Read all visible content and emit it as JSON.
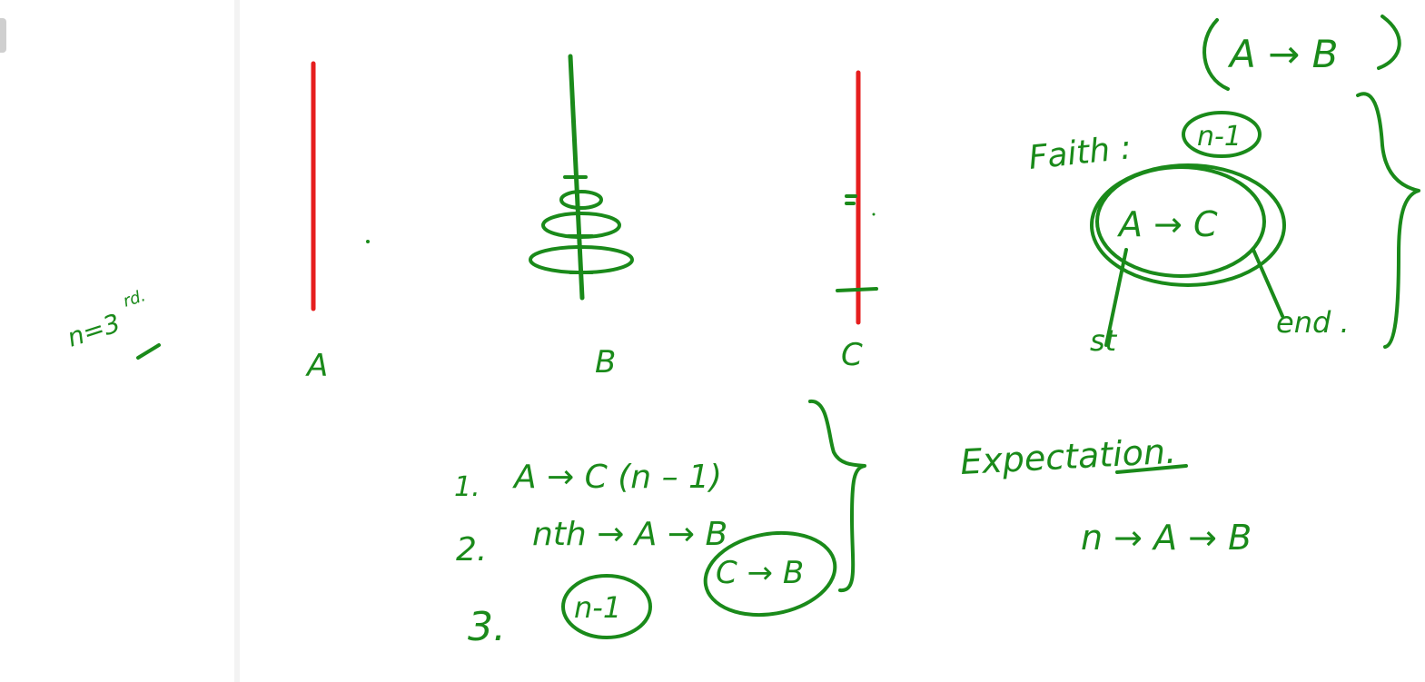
{
  "colors": {
    "ink": "#1a8a1a",
    "rod": "#e61e1e",
    "panel": "#ffffff",
    "divider": "#f3f3f3"
  },
  "sidebar": {
    "note": "n=3",
    "note_sup": "rd."
  },
  "towers": {
    "a": "A",
    "b": "B",
    "c": "C"
  },
  "top_right": {
    "bracket_text": "A → B",
    "faith_label": "Faith :",
    "faith_circled": "n-1",
    "faith_move": "A → C",
    "start_label": "st",
    "end_label": "end ."
  },
  "steps": {
    "step1_num": "1.",
    "step1_text": "A → C  (n – 1)",
    "step2_num": "2.",
    "step2_text": "nth → A → B",
    "step3_num": "3.",
    "step3_circle1": "n-1",
    "step3_circle2": "C → B"
  },
  "expectation": {
    "label": "Expectation.",
    "formula": "n → A → B"
  }
}
